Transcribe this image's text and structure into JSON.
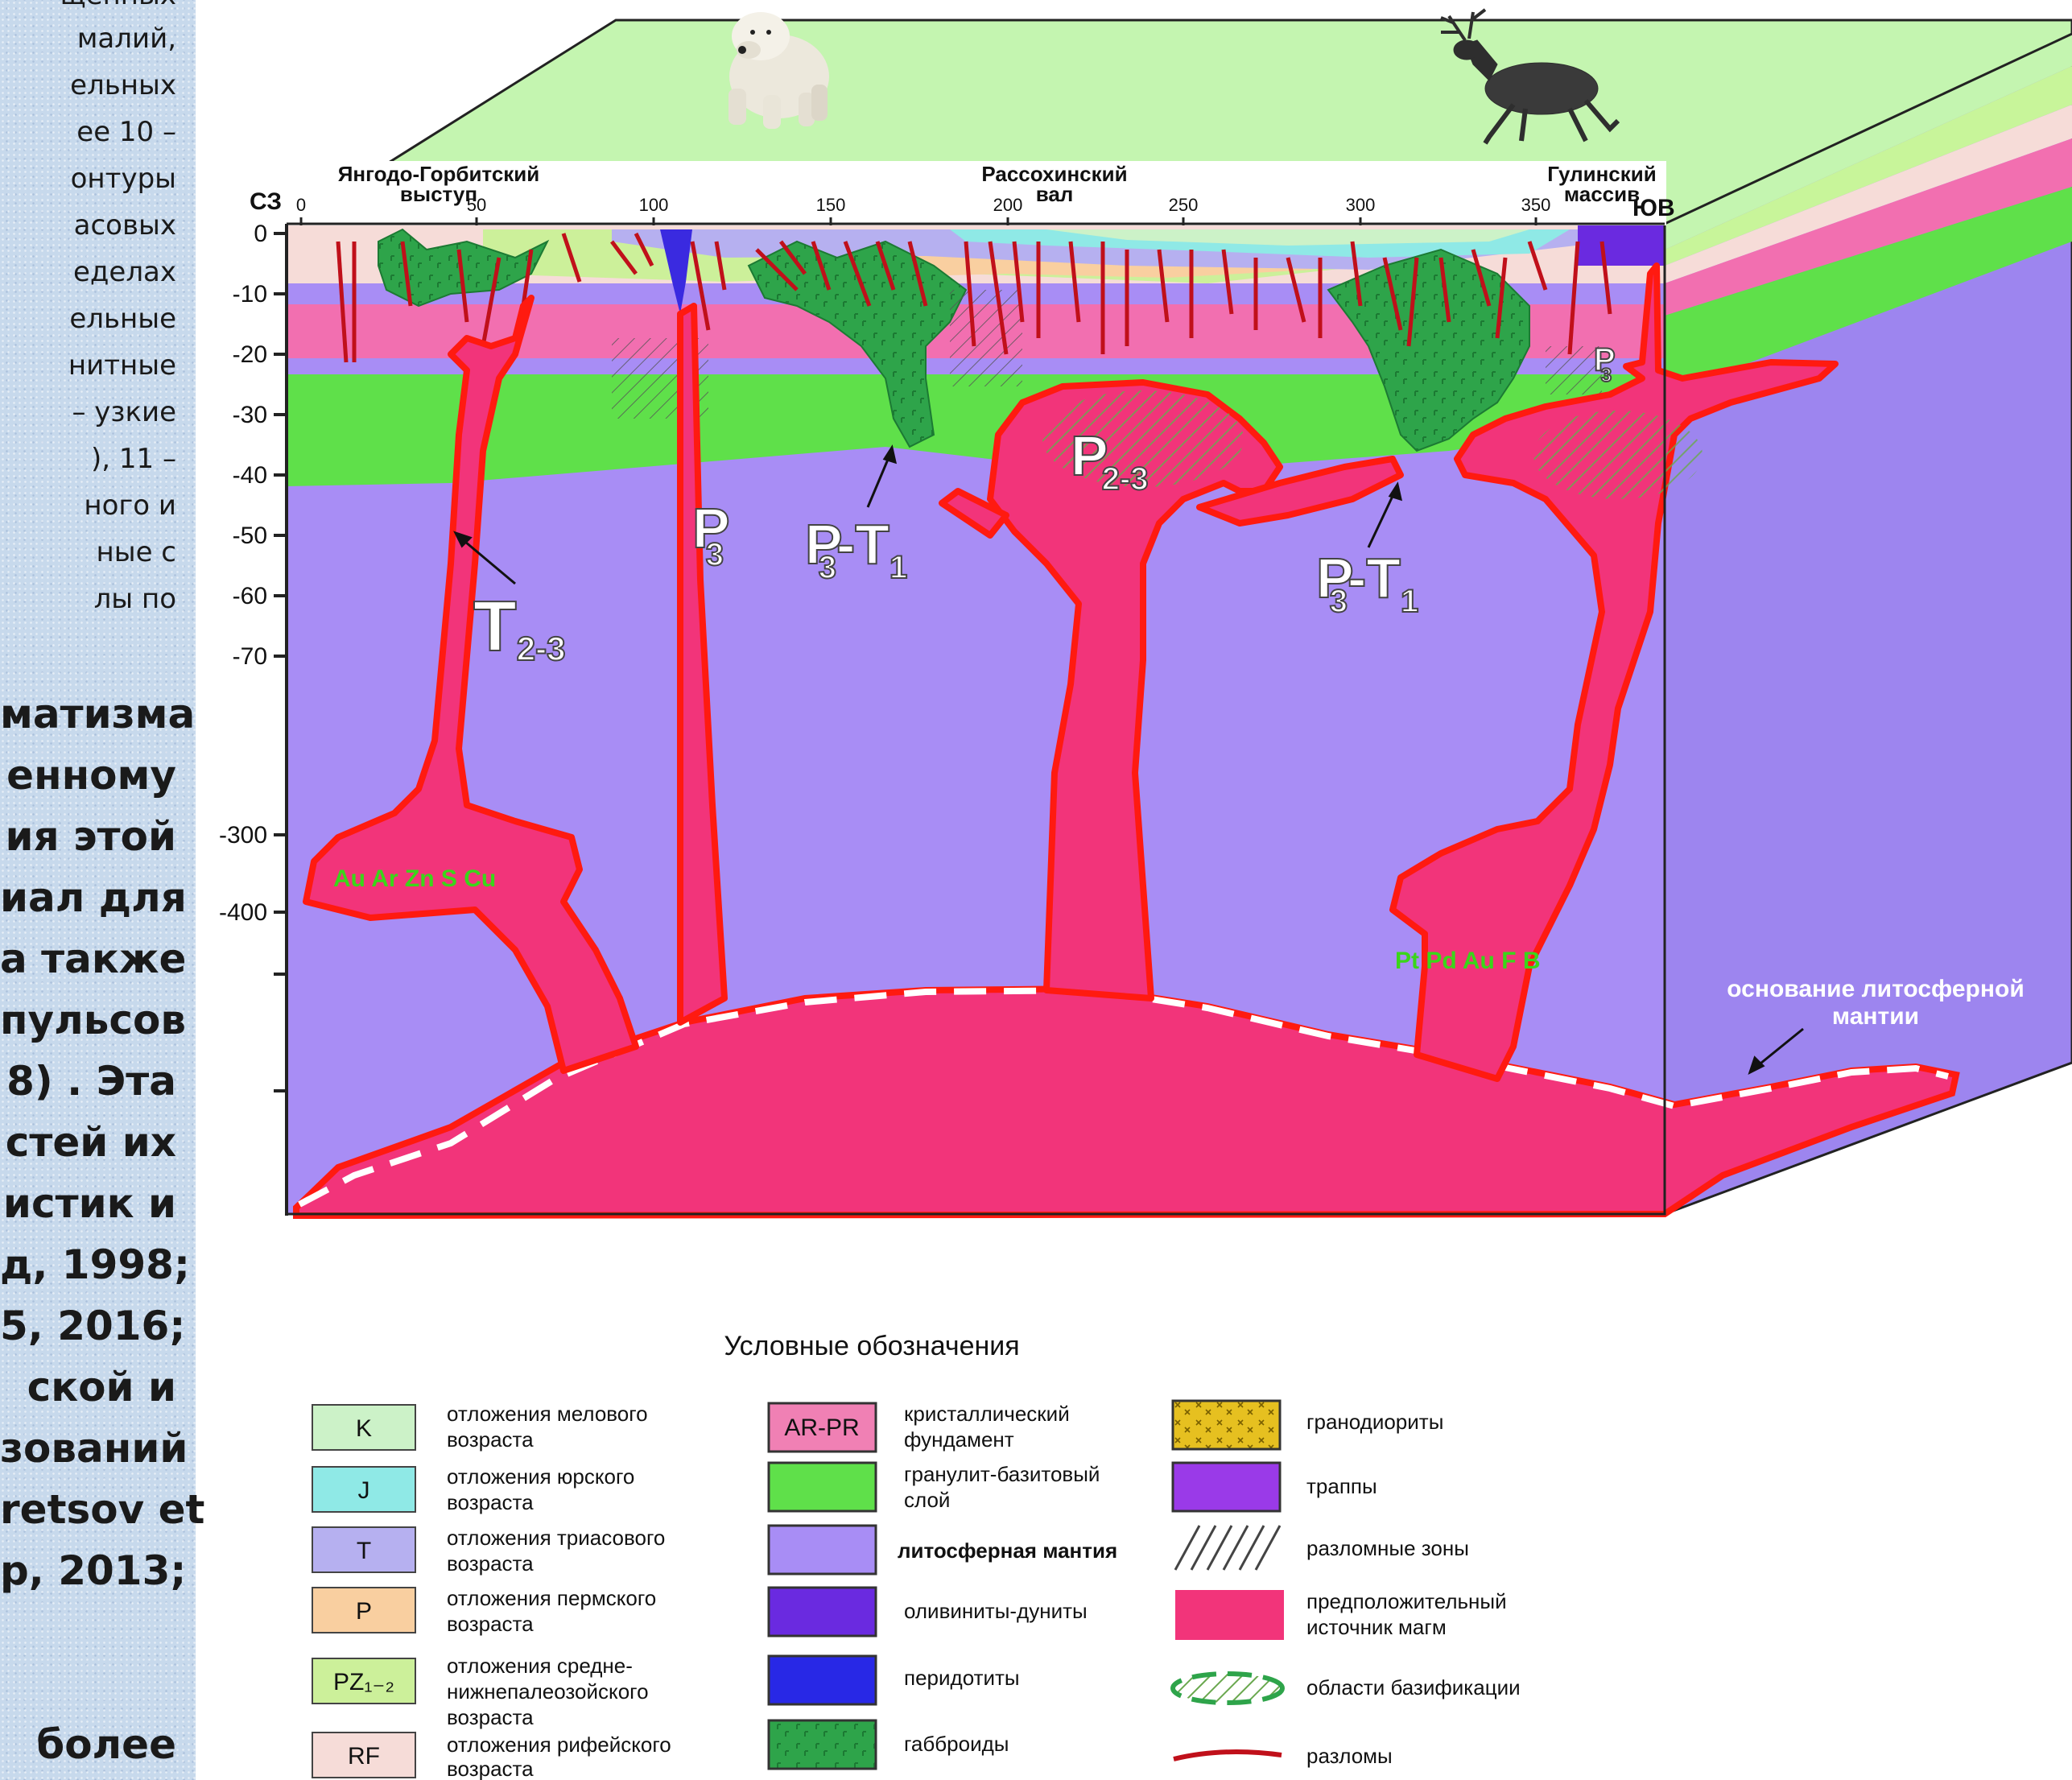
{
  "left_text": {
    "small_lines": [
      "щённых",
      "малий,",
      "ельных",
      "ее 10 –",
      "онтуры",
      "асовых",
      "еделах",
      "ельные",
      "нитные",
      "– узкие",
      "), 11 –",
      "ного и",
      "ные с",
      "лы по"
    ],
    "bold_lines": [
      "матизма",
      "енному",
      "ия этой",
      "иал для",
      "а также",
      "пульсов",
      "8) . Эта",
      "стей их",
      "истик и",
      "д, 1998;",
      "5, 2016;",
      "ской и",
      "зований",
      "retsov et",
      "р, 2013;",
      "",
      "более"
    ]
  },
  "section": {
    "dir_left": "СЗ",
    "dir_right": "ЮВ",
    "region_left": [
      "Янгодо-Горбитский",
      "выступ"
    ],
    "region_center": [
      "Рассохинский",
      "вал"
    ],
    "region_right": [
      "Гулинский",
      "массив"
    ],
    "top_scale": [
      "0",
      "50",
      "100",
      "150",
      "200",
      "250",
      "300",
      "350"
    ],
    "depth_ticks": [
      "0",
      "-10",
      "-20",
      "-30",
      "-40",
      "-50",
      "-60",
      "-70",
      "-300",
      "-400"
    ]
  },
  "annotations": {
    "t23": {
      "main": "T",
      "sub": "2-3"
    },
    "p3_a": {
      "main": "P",
      "sub": "3"
    },
    "p3t1_a": {
      "main": "P",
      "sub": "3",
      "main2": "-T",
      "sub2": "1"
    },
    "p23": {
      "main": "P",
      "sub": "2-3"
    },
    "p3t1_b": {
      "main": "P",
      "sub": "3",
      "main2": "-T",
      "sub2": "1"
    },
    "p3_b": {
      "main": "P",
      "sub": "3"
    },
    "elements_left": "Au Ar Zn S Cu",
    "elements_right": "Pt Pd Au F B",
    "base_label": [
      "основание литосферной",
      "мантии"
    ]
  },
  "legend": {
    "title": "Условные обозначения",
    "col1": [
      {
        "code": "K",
        "color": "#ccf2c8",
        "lines": [
          "отложения мелового",
          "возраста"
        ]
      },
      {
        "code": "J",
        "color": "#8fe9e6",
        "lines": [
          "отложения юрского",
          "возраста"
        ]
      },
      {
        "code": "T",
        "color": "#b6b0f0",
        "lines": [
          "отложения триасового",
          "возраста"
        ]
      },
      {
        "code": "P",
        "color": "#f9cfa0",
        "lines": [
          "отложения пермского",
          "возраста"
        ]
      },
      {
        "code": "PZ₁₋₂",
        "color": "#ccf09a",
        "lines": [
          "отложения средне-",
          "нижнепалеозойского",
          "возраста"
        ]
      },
      {
        "code": "RF",
        "color": "#f6dcd8",
        "lines": [
          "отложения рифейского",
          "возраста"
        ]
      }
    ],
    "col2": [
      {
        "code": "AR-PR",
        "color": "#f080b4",
        "lines": [
          "кристаллический",
          "фундамент"
        ]
      },
      {
        "code": "",
        "color": "#5fe04a",
        "lines": [
          "гранулит-базитовый",
          "слой"
        ]
      },
      {
        "code": "",
        "color": "#a88df5",
        "lines": [
          "литосферная мантия"
        ]
      },
      {
        "code": "",
        "color": "#6a2ae0",
        "lines": [
          "оливиниты-дуниты"
        ]
      },
      {
        "code": "",
        "color": "#2828e6",
        "lines": [
          "перидотиты"
        ]
      },
      {
        "code": "",
        "color": "#2ea44a",
        "lines": [
          "габброиды"
        ]
      }
    ],
    "col3": [
      {
        "symbol": "granodiorite",
        "color": "#e6c020",
        "lines": [
          "гранодиориты"
        ]
      },
      {
        "symbol": "trap",
        "color": "#9a3ae8",
        "lines": [
          "траппы"
        ]
      },
      {
        "symbol": "fault-zone",
        "color": "#ffffff",
        "lines": [
          "разломные зоны"
        ]
      },
      {
        "symbol": "magma",
        "color": "#f2347a",
        "lines": [
          "предположительный",
          "источник магм"
        ]
      },
      {
        "symbol": "basification",
        "color": "#2ea44a",
        "lines": [
          "области базификации"
        ]
      },
      {
        "symbol": "fault",
        "color": "#c0101a",
        "lines": [
          "разломы"
        ]
      }
    ]
  },
  "colors": {
    "mantle": "#a88df5",
    "mantle_side": "#9d85ef",
    "magma": "#f2347a",
    "magma_outline": "#ff1a10",
    "granulite": "#5fe04a",
    "crust_pink": "#f26fb0",
    "top_face": "#c4f5b0",
    "sediment_light": "#f6dcd8",
    "gabbro": "#2ea44a"
  }
}
